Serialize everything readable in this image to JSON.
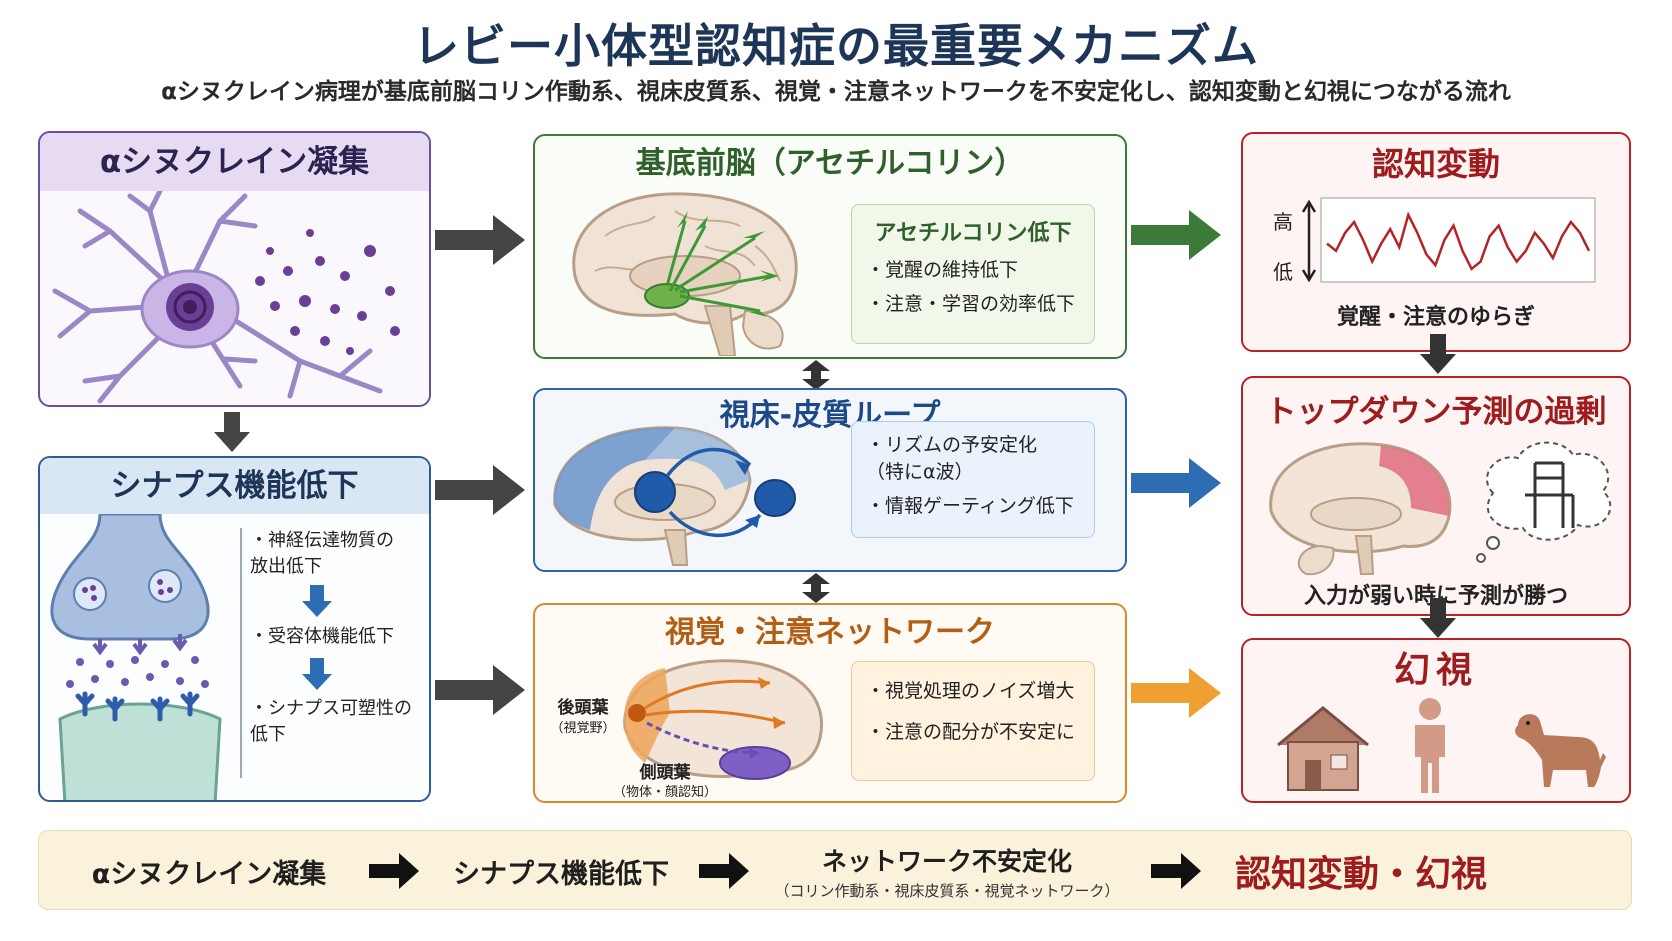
{
  "title": "レビー小体型認知症の最重要メカニズム",
  "subtitle": "αシヌクレイン病理が基底前脳コリン作動系、視床皮質系、視覚・注意ネットワークを不安定化し、認知変動と幻視につながる流れ",
  "colors": {
    "purple": "#6c4f9c",
    "blue": "#2d5c96",
    "green": "#3c7a38",
    "orange": "#d98a2b",
    "red": "#b42326",
    "dark_arrow": "#444444"
  },
  "alpha_syn": {
    "title": "αシヌクレイン凝集"
  },
  "synapse": {
    "title": "シナプス機能低下",
    "steps": [
      "・神経伝達物質の\n放出低下",
      "・受容体機能低下",
      "・シナプス可塑性の\n低下"
    ]
  },
  "basal_forebrain": {
    "title": "基底前脳（アセチルコリン）",
    "box_title": "アセチルコリン低下",
    "bullets": [
      "・覚醒の維持低下",
      "・注意・学習の効率低下"
    ]
  },
  "thalamo_cortical": {
    "title": "視床-皮質ループ",
    "bullets": [
      "・リズムの予安定化\n（特にα波）",
      "・情報ゲーティング低下"
    ]
  },
  "visual_attention": {
    "title": "視覚・注意ネットワーク",
    "occipital_label": "後頭葉",
    "occipital_sub": "（視覚野）",
    "temporal_label": "側頭葉",
    "temporal_sub": "（物体・顔認知）",
    "bullets": [
      "・視覚処理のノイズ増大",
      "・注意の配分が不安定に"
    ]
  },
  "cognitive_fluctuation": {
    "title": "認知変動",
    "high_label": "高",
    "low_label": "低",
    "caption": "覚醒・注意のゆらぎ",
    "wave": [
      0.45,
      0.35,
      0.6,
      0.75,
      0.5,
      0.2,
      0.45,
      0.65,
      0.4,
      0.85,
      0.6,
      0.3,
      0.15,
      0.5,
      0.7,
      0.35,
      0.1,
      0.2,
      0.55,
      0.7,
      0.4,
      0.2,
      0.35,
      0.6,
      0.45,
      0.25,
      0.55,
      0.75,
      0.6,
      0.35
    ]
  },
  "top_down": {
    "title": "トップダウン予測の過剰",
    "caption": "入力が弱い時に予測が勝つ"
  },
  "hallucination": {
    "title": "幻視"
  },
  "bottom": {
    "step1": "αシヌクレイン凝集",
    "step2": "シナプス機能低下",
    "step3": "ネットワーク不安定化",
    "step3_sub": "（コリン作動系・視床皮質系・視覚ネットワーク）",
    "step4": "認知変動・幻視"
  }
}
